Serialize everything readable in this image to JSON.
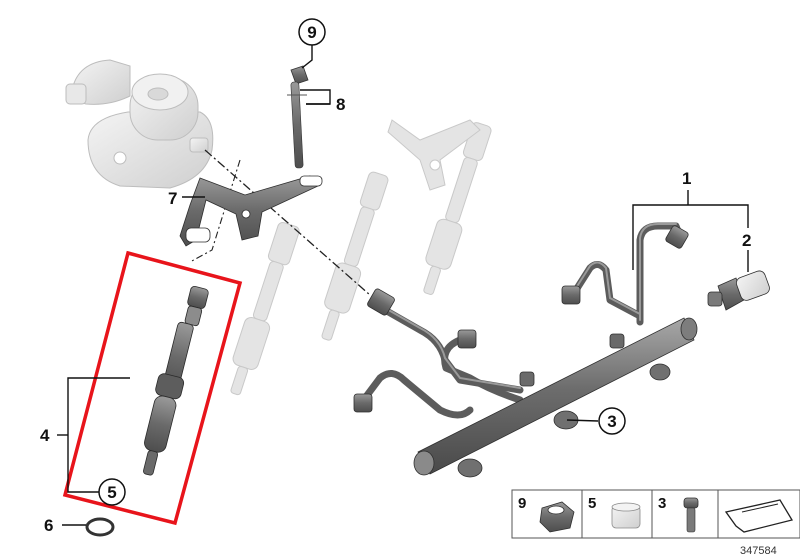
{
  "diagram": {
    "callouts": [
      {
        "id": "callout-1",
        "label": "1"
      },
      {
        "id": "callout-2",
        "label": "2"
      },
      {
        "id": "callout-3",
        "label": "3"
      },
      {
        "id": "callout-4",
        "label": "4"
      },
      {
        "id": "callout-5",
        "label": "5"
      },
      {
        "id": "callout-6",
        "label": "6"
      },
      {
        "id": "callout-7",
        "label": "7"
      },
      {
        "id": "callout-8",
        "label": "8"
      },
      {
        "id": "callout-9",
        "label": "9"
      }
    ],
    "legend": [
      {
        "label": "9"
      },
      {
        "label": "5"
      },
      {
        "label": "3"
      }
    ],
    "reference_number": "347584",
    "highlight_color": "#e8141b",
    "part_fill": "#e2e2e2",
    "dark_part_fill": "#7a7a7a"
  }
}
